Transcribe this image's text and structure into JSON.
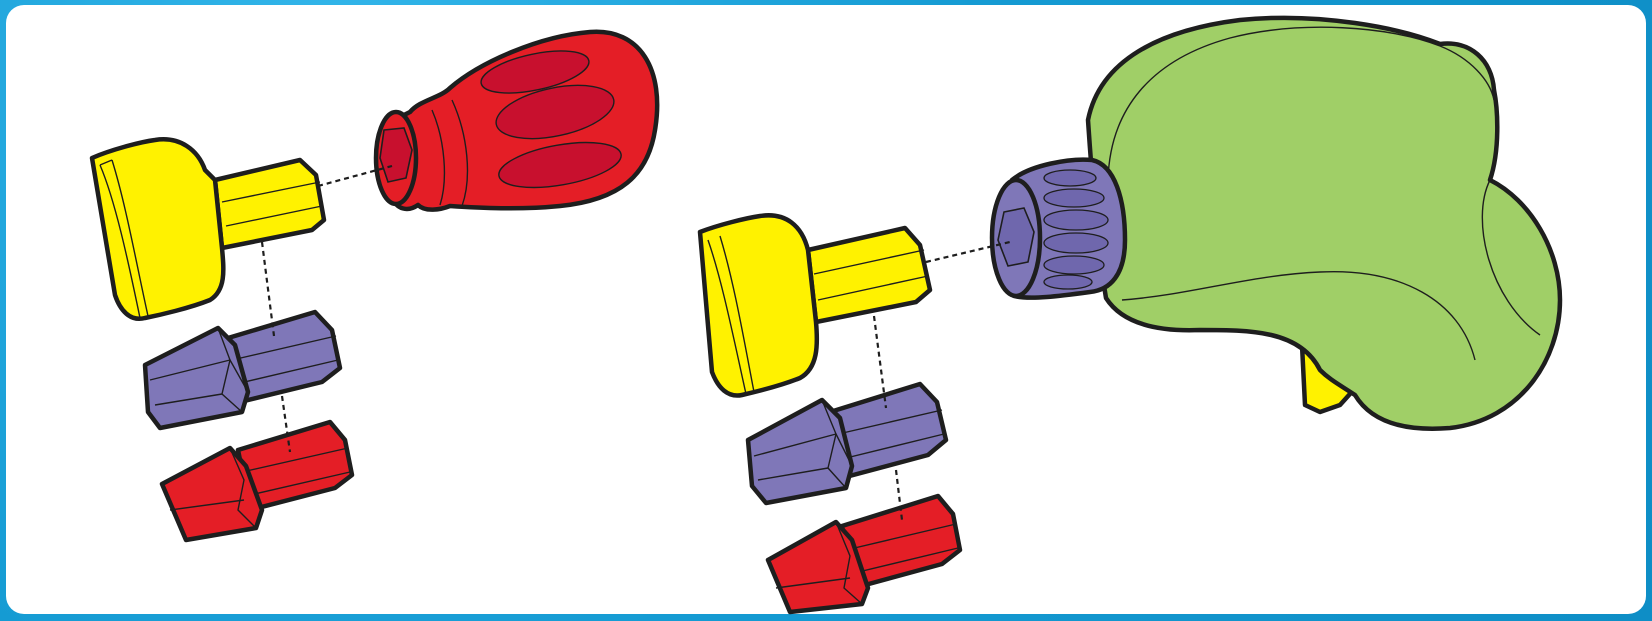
{
  "colors": {
    "background_border": "#1aa3db",
    "panel": "#ffffff",
    "outline": "#1e1e1e",
    "yellow": "#fff200",
    "red": "#e41e26",
    "red_dark": "#c8102e",
    "purple": "#7f77b8",
    "purple_dark": "#6f67ad",
    "green": "#a0cf67"
  },
  "assemblies": [
    {
      "name": "screwdriver-assembly",
      "parts": [
        "yellow-socket-adapter",
        "red-screwdriver-handle",
        "purple-bit",
        "red-bit"
      ]
    },
    {
      "name": "drill-assembly",
      "parts": [
        "yellow-socket-adapter",
        "green-drill-body",
        "purple-drill-chuck",
        "purple-bit",
        "red-bit"
      ]
    }
  ]
}
